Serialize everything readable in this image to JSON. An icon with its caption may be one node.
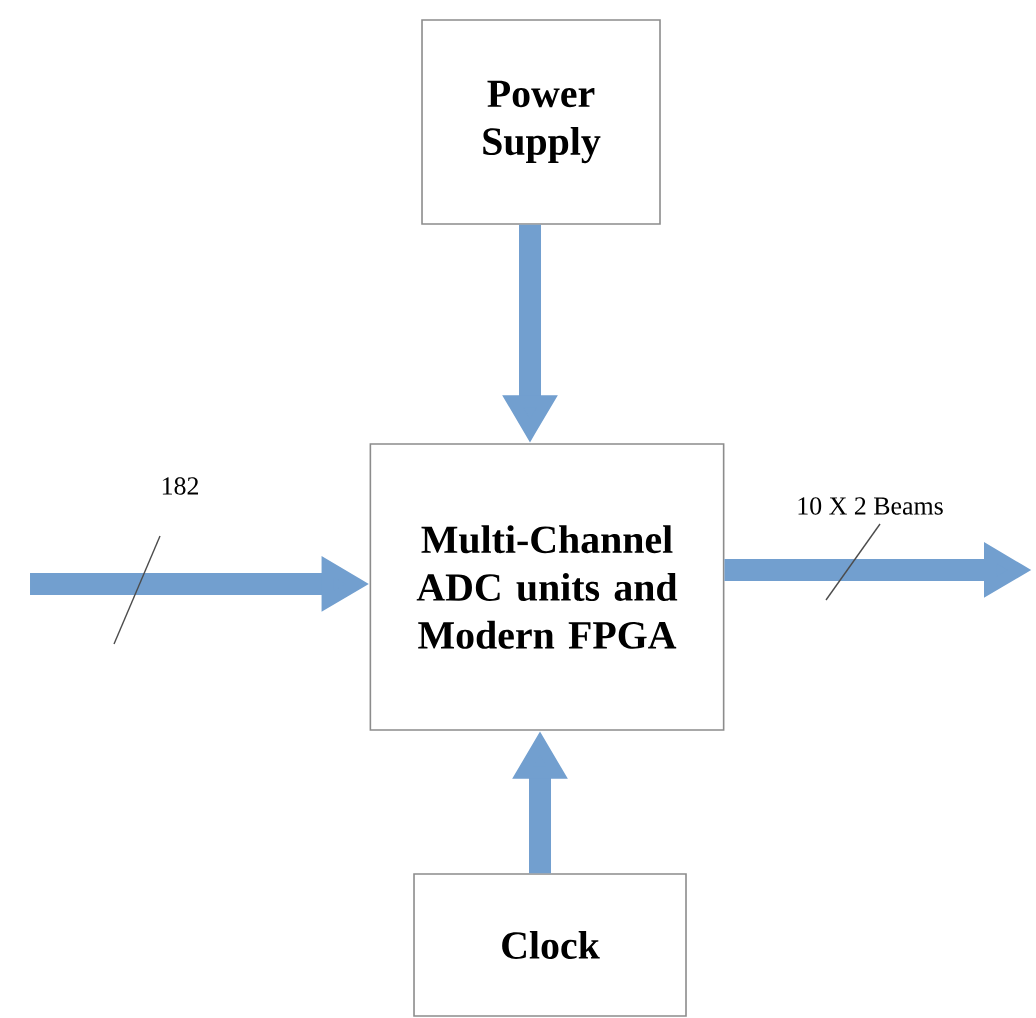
{
  "diagram": {
    "nodes": [
      {
        "text": [
          "Power Supply"
        ]
      },
      {
        "text": [
          "Multi-Channel ADC units and Modern FPGA"
        ]
      },
      {
        "text": [
          "Clock"
        ]
      }
    ],
    "edges": [
      {
        "from": 0,
        "to": 1,
        "arrow": "to"
      },
      {
        "from": 2,
        "to": 1,
        "arrow": "to"
      },
      {
        "from": null,
        "to": 1,
        "arrow": "to",
        "label": "182"
      },
      {
        "from": 1,
        "to": null,
        "arrow": "to",
        "label": "10 X 2 Beams"
      }
    ]
  }
}
